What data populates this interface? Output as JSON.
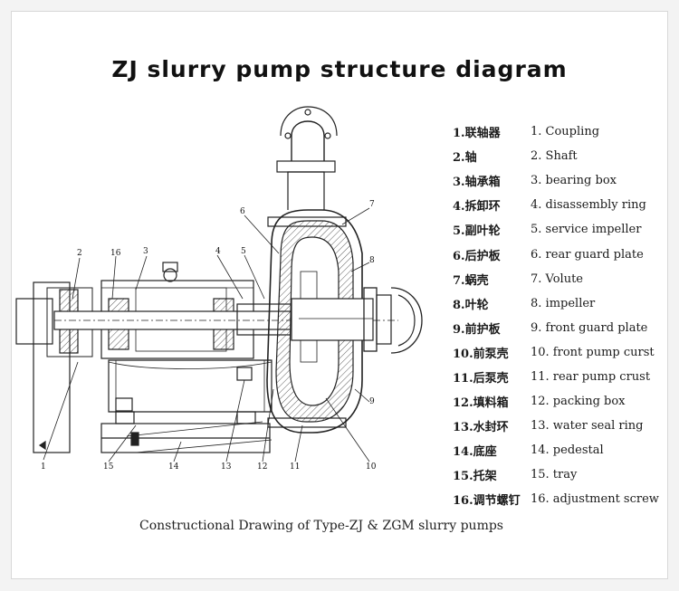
{
  "title": "ZJ slurry pump structure diagram",
  "caption": "Constructional Drawing of Type-ZJ & ZGM slurry pumps",
  "parts": [
    {
      "zh": "1.联轴器",
      "en": "1. Coupling"
    },
    {
      "zh": "2.轴",
      "en": "2. Shaft"
    },
    {
      "zh": "3.轴承箱",
      "en": "3. bearing box"
    },
    {
      "zh": "4.拆卸环",
      "en": "4. disassembly ring"
    },
    {
      "zh": "5.副叶轮",
      "en": "5. service impeller"
    },
    {
      "zh": "6.后护板",
      "en": "6. rear guard plate"
    },
    {
      "zh": "7.蜗壳",
      "en": "7. Volute"
    },
    {
      "zh": "8.叶轮",
      "en": "8.  impeller"
    },
    {
      "zh": "9.前护板",
      "en": "9. front guard plate"
    },
    {
      "zh": "10.前泵壳",
      "en": "10. front pump curst"
    },
    {
      "zh": "11.后泵壳",
      "en": "11. rear pump crust"
    },
    {
      "zh": "12.填料箱",
      "en": "12. packing box"
    },
    {
      "zh": "13.水封环",
      "en": "13. water seal ring"
    },
    {
      "zh": "14.底座",
      "en": "14. pedestal"
    },
    {
      "zh": "15.托架",
      "en": "15. tray"
    },
    {
      "zh": "16.调节螺钉",
      "en": "16. adjustment screw"
    }
  ],
  "callouts": [
    "1",
    "2",
    "3",
    "4",
    "5",
    "6",
    "7",
    "8",
    "9",
    "10",
    "11",
    "12",
    "13",
    "14",
    "15",
    "16"
  ]
}
